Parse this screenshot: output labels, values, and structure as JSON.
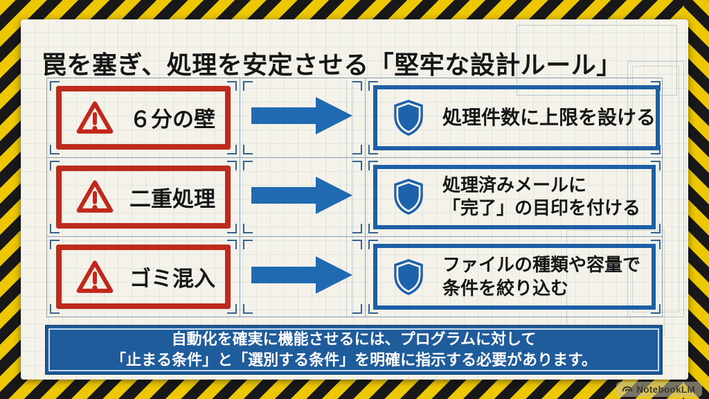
{
  "title": "罠を塞ぎ、処理を安定させる「堅牢な設計ルール」",
  "rows": [
    {
      "trap_label": "６分の壁",
      "rule_line1": "処理件数に上限を設ける",
      "rule_line2": ""
    },
    {
      "trap_label": "二重処理",
      "rule_line1": "処理済みメールに",
      "rule_line2": "「完了」の目印を付ける"
    },
    {
      "trap_label": "ゴミ混入",
      "rule_line1": "ファイルの種類や容量で",
      "rule_line2": "条件を絞り込む"
    }
  ],
  "banner": {
    "line1": "自動化を確実に機能させるには、プログラムに対して",
    "line2": "「止まる条件」と「選別する条件」を明確に指示する必要があります。"
  },
  "watermark": {
    "label": "NotebookLM"
  },
  "icons": {
    "trap": "warning-triangle-icon",
    "rule": "shield-icon",
    "flow": "right-arrow-icon",
    "watermark": "notebooklm-logo-icon"
  },
  "colors": {
    "hazard_yellow": "#edc702",
    "hazard_black": "#181818",
    "card_bg": "#f4f2e9",
    "trap_red": "#bc2b1d",
    "rule_blue": "#1d5fa7",
    "arrow_blue": "#1f6ab0",
    "shield_blue": "#1c63ac",
    "banner_bg": "#1e5c9c",
    "banner_text": "#ffffff",
    "title_text": "#161616",
    "grid_line": "#4f7ba3"
  }
}
